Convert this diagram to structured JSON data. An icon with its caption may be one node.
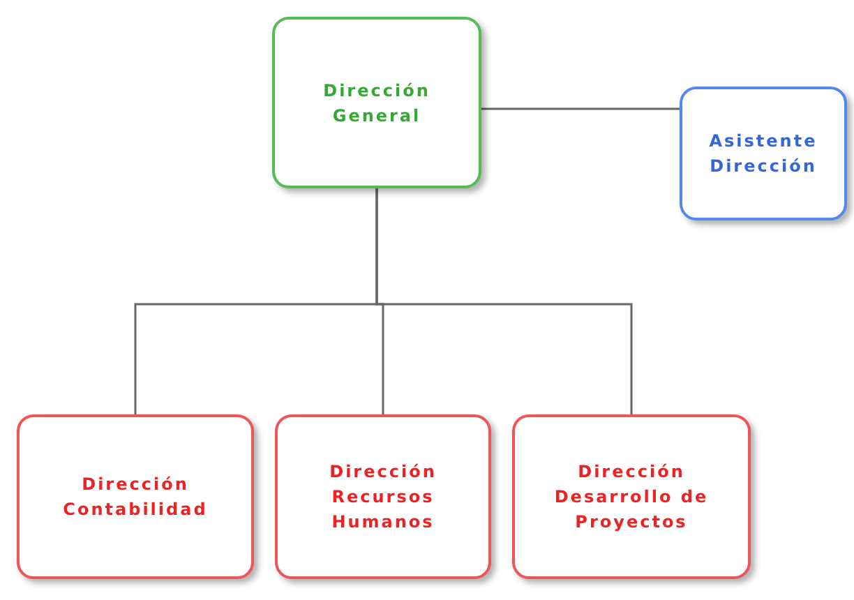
{
  "diagram": {
    "nodes": [
      {
        "text": [
          "Dirección General"
        ]
      },
      {
        "text": [
          "Asistente Dirección"
        ]
      },
      {
        "text": [
          "Dirección Contabilidad"
        ]
      },
      {
        "text": [
          "Dirección Recursos Humanos"
        ]
      },
      {
        "text": [
          "Dirección Desarrollo de Proyectos"
        ]
      }
    ],
    "edges": [
      {
        "from": 0,
        "to": 1,
        "arrow": "none"
      },
      {
        "from": 0,
        "to": 2,
        "arrow": "none"
      },
      {
        "from": 0,
        "to": 3,
        "arrow": "none"
      },
      {
        "from": 0,
        "to": 4,
        "arrow": "none"
      }
    ]
  }
}
